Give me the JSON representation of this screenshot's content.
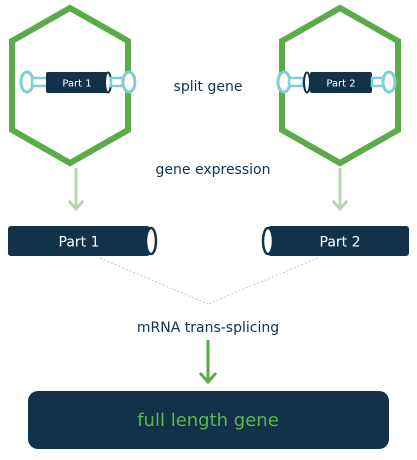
{
  "labels": {
    "split_gene": "split gene",
    "gene_expression": "gene expression",
    "mrna_trans_splicing": "mRNA trans-splicing"
  },
  "plasmids": {
    "left_part": "Part 1",
    "right_part": "Part 2"
  },
  "transcripts": {
    "left_part": "Part 1",
    "right_part": "Part 2"
  },
  "result": {
    "label": "full length gene"
  },
  "colors": {
    "green": "#5cab4a",
    "navy": "#12324a",
    "teal": "#7fcfd6",
    "light_green": "#b8d9ad",
    "result_text": "#5cb84a"
  }
}
